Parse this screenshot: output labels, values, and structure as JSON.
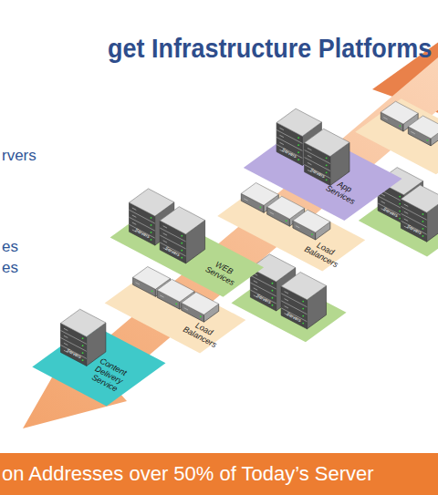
{
  "diagram": {
    "title": "get Infrastructure Platforms",
    "caption": "on Addresses over 50% of Today’s Server",
    "nodes": [
      {
        "text": [
          "App Services"
        ]
      },
      {
        "text": [
          "Load Balancers"
        ]
      },
      {
        "text": [
          "WEB Services"
        ]
      },
      {
        "text": [
          "Load Balancers"
        ]
      },
      {
        "text": [
          "Content Delivery Service"
        ]
      }
    ],
    "labels": [
      "rvers",
      "es",
      "es",
      "Servers",
      "Servers",
      "Servers",
      "Servers",
      "Servers",
      "Servers",
      "Servers",
      "Servers",
      "Servers"
    ]
  }
}
